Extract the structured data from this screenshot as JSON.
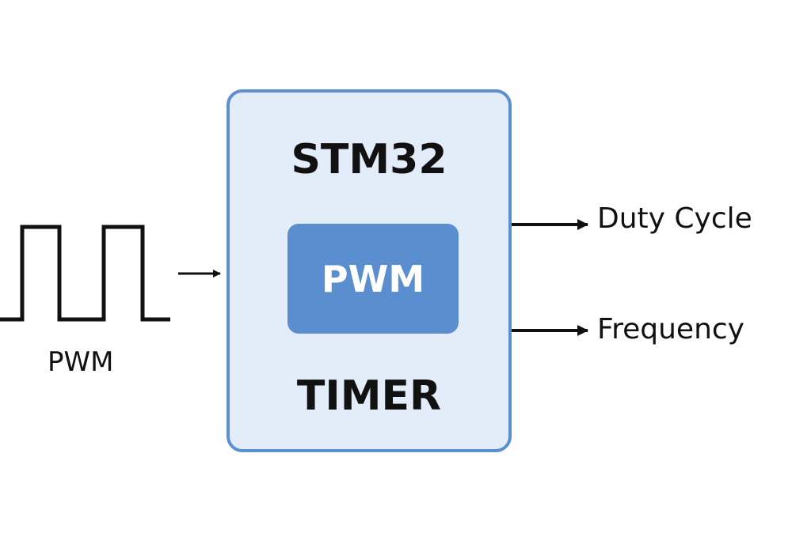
{
  "input": {
    "label": "PWM"
  },
  "block": {
    "chip": "STM32",
    "module": "PWM",
    "peripheral": "TIMER"
  },
  "outputs": [
    {
      "label": "Duty Cycle"
    },
    {
      "label": "Frequency"
    }
  ],
  "colors": {
    "block_fill": "#E3ECF9",
    "block_border": "#5B8FD0",
    "module_fill": "#5A8ECF",
    "module_text": "#FFFFFF",
    "line": "#111111"
  }
}
